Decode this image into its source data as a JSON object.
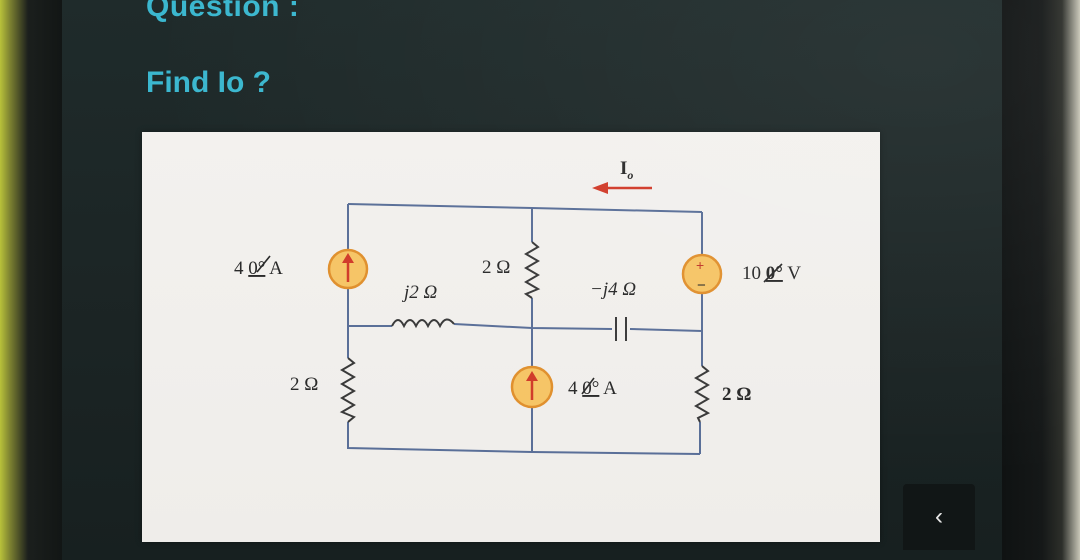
{
  "question": {
    "heading": "Question :",
    "prompt": "Find Io ?"
  },
  "circuit": {
    "current_label": "I",
    "current_subscript": "o",
    "left_source": {
      "magnitude": "4",
      "angle": "0°",
      "unit": "A"
    },
    "mid_source": {
      "magnitude": "4",
      "angle": "0°",
      "unit": "A"
    },
    "voltage_source": {
      "magnitude": "10",
      "angle": "0°",
      "unit": "V",
      "plus": "+",
      "minus": "−"
    },
    "resistor_top_mid": "2 Ω",
    "inductor": "j2 Ω",
    "capacitor": "−j4 Ω",
    "resistor_left_bottom": "2 Ω",
    "resistor_right_bottom": "2 Ω"
  },
  "colors": {
    "heading": "#3bb7cf",
    "wire": "#5a6f98",
    "source_fill": "#f6c566",
    "source_ring": "#e0902e",
    "arrow": "#d13b2a",
    "component": "#3a3a3a"
  },
  "controls": {
    "back_icon": "chevron-left-icon"
  }
}
